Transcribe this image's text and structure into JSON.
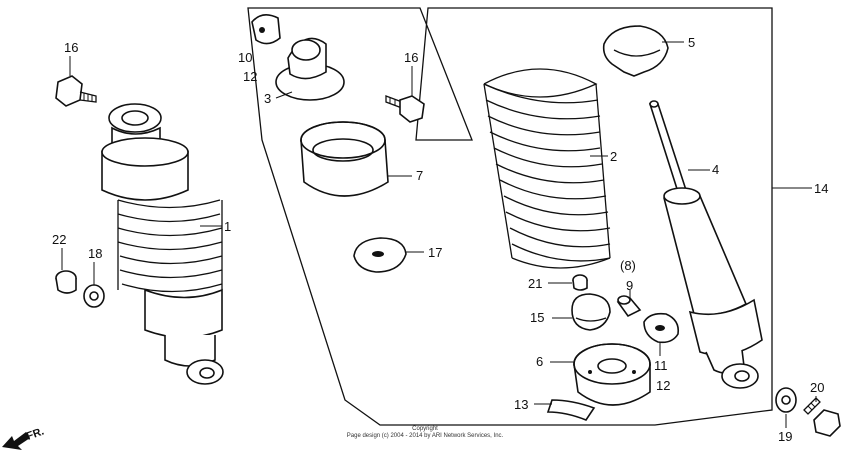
{
  "labels": {
    "p1": "1",
    "p2": "2",
    "p3": "3",
    "p4": "4",
    "p5": "5",
    "p6": "6",
    "p7": "7",
    "p8": "(8)",
    "p9": "9",
    "p10": "10",
    "p11": "11",
    "p12a": "12",
    "p12b": "12",
    "p13": "13",
    "p14": "14",
    "p15": "15",
    "p16a": "16",
    "p16b": "16",
    "p17": "17",
    "p18": "18",
    "p19": "19",
    "p20": "20",
    "p21": "21",
    "p22": "22"
  },
  "front_arrow": "FR.",
  "copyright": {
    "line1": "Copyright",
    "line2": "Page design (c) 2004 - 2014 by ARI Network Services, Inc."
  }
}
